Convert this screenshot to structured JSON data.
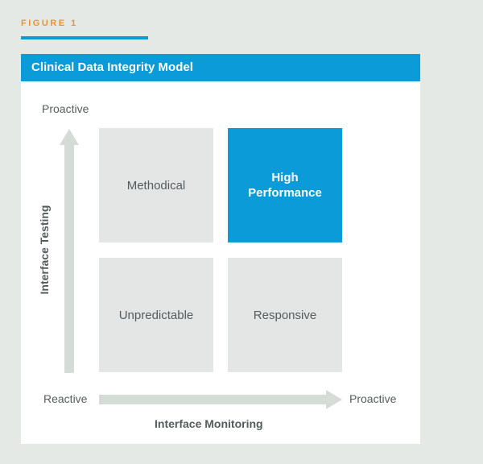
{
  "figure_label": "FIGURE 1",
  "card": {
    "title": "Clinical Data Integrity Model"
  },
  "axes": {
    "y_top": "Proactive",
    "y_title": "Interface Testing",
    "x_left": "Reactive",
    "x_right": "Proactive",
    "x_title": "Interface Monitoring"
  },
  "quadrants": {
    "top_left": "Methodical",
    "top_right_line1": "High",
    "top_right_line2": "Performance",
    "bottom_left": "Unpredictable",
    "bottom_right": "Responsive"
  },
  "colors": {
    "accent": "#0a9bd8",
    "figure_label": "#f0922b",
    "quadrant_fill": "#e3e6e4",
    "arrow": "#d5dbd7",
    "text": "#555c5f"
  }
}
